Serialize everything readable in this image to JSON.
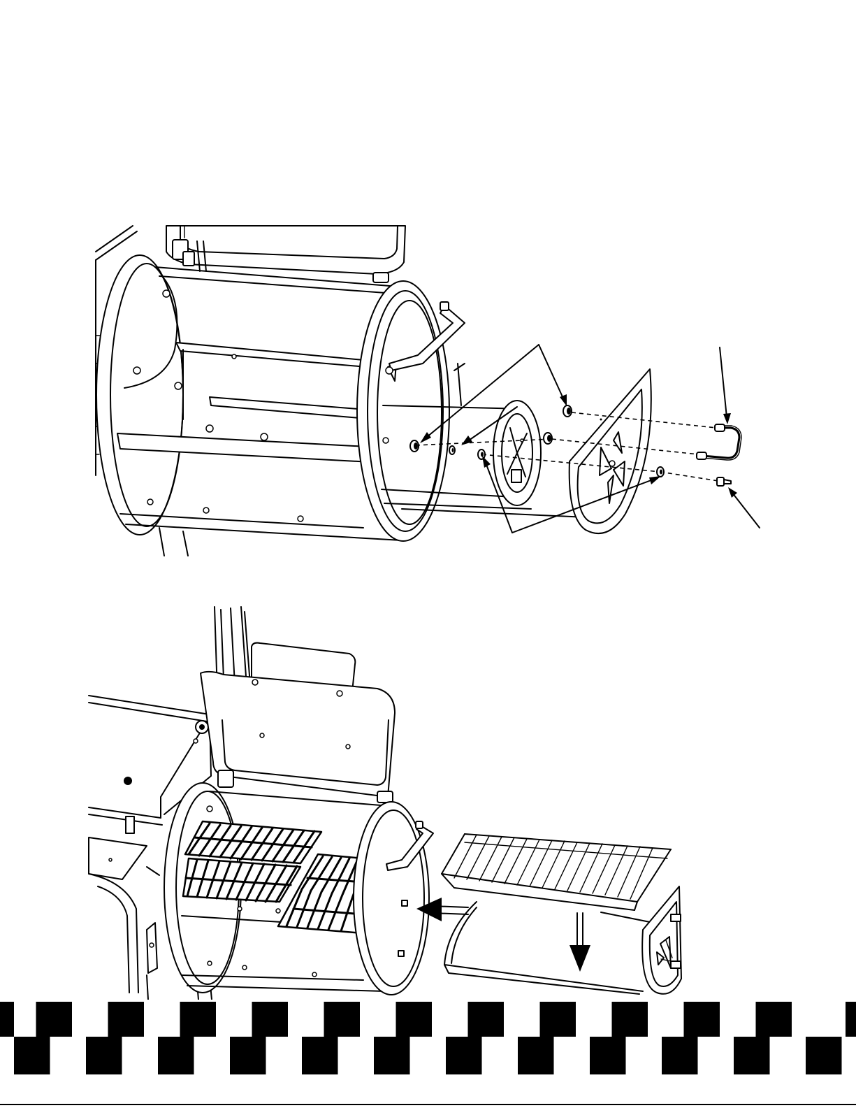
{
  "figures": [
    {
      "id": "firebox-exploded",
      "icon": "firebox-damper-handle-exploded-illustration"
    },
    {
      "id": "grates-install",
      "icon": "firebox-cooking-grates-install-illustration"
    }
  ],
  "footer": {
    "pattern": "checkerboard",
    "colors": {
      "dark": "#000000",
      "light": "#ffffff"
    }
  }
}
